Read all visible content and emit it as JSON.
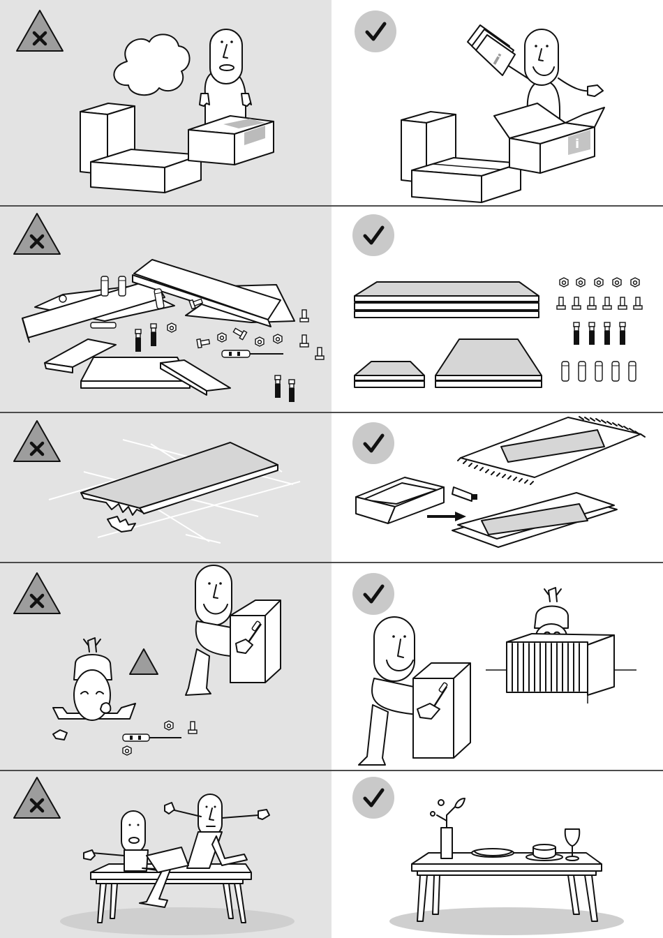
{
  "document": {
    "instructions": {
      "rows": [
        {
          "topic": "unpacking",
          "wrong": "wrong-icon",
          "right": "check-icon"
        },
        {
          "topic": "sorting-parts",
          "wrong": "wrong-icon",
          "right": "check-icon"
        },
        {
          "topic": "protect-surface",
          "wrong": "wrong-icon",
          "right": "check-icon"
        },
        {
          "topic": "child-safety",
          "wrong": "wrong-icon",
          "right": "check-icon"
        },
        {
          "topic": "table-use",
          "wrong": "wrong-icon",
          "right": "check-icon"
        }
      ],
      "manual_letter": "i"
    },
    "colors": {
      "wrong_panel": "#e3e3e3",
      "right_panel": "#ffffff",
      "badge_gray": "#c9c9c9",
      "line": "#111111"
    }
  }
}
